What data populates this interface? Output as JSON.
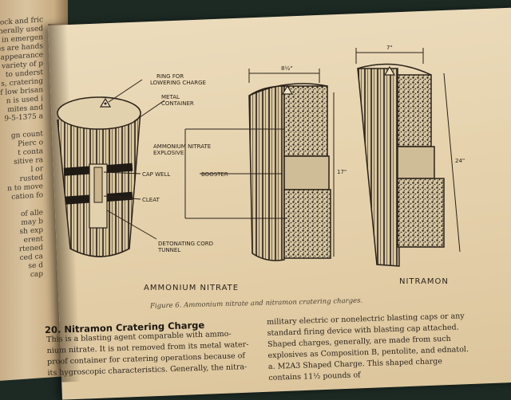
{
  "left_page": {
    "lines": [
      "shock and fric",
      "generally used",
      "ble in emergen",
      "sives are hands",
      "s, appearance",
      "e variety of p",
      "to underst",
      "s, cratering",
      "of low brisan",
      "n is used i",
      "mites and",
      "9-5-1375 a",
      "",
      "gn count",
      "Pierc o",
      "t conta",
      "sitive ra",
      "l or",
      "rusted",
      "n to move",
      "cation fo",
      "",
      "of alle",
      "may b",
      "sh exp",
      "erent",
      "rtened",
      "ced ca",
      "se d",
      "cap"
    ]
  },
  "figure": {
    "ammonium_labels": {
      "ring": "RING FOR\nLOWERING CHARGE",
      "metal_container": "METAL\nCONTAINER",
      "explosive": "AMMONIUM NITRATE\nEXPLOSIVE",
      "cap_well": "CAP WELL",
      "booster": "BOOSTER",
      "cleat": "CLEAT",
      "det_cord": "DETONATING CORD\nTUNNEL"
    },
    "dims": {
      "diameter_1": "8½\"",
      "height_1": "17\"",
      "diameter_2": "7\"",
      "height_2": "24\""
    },
    "name_left": "AMMONIUM   NITRATE",
    "name_right": "NITRAMON",
    "caption": "Figure 6.  Ammonium nitrate and nitramon cratering charges."
  },
  "section": {
    "heading": "20. Nitramon Cratering Charge",
    "left_col": [
      "This is a blasting agent comparable with ammo-",
      "nium nitrate. It is not removed from its metal water-",
      "proof container for cratering operations because of",
      "its hygroscopic characteristics. Generally, the nitra-"
    ],
    "right_col": [
      "military electric or nonelectric blasting caps or any",
      "standard firing device with blasting cap attached.",
      "Shaped charges, generally, are made from such",
      "explosives as Composition B, pentolite, and ednatol.",
      "a. M2A3 Shaped Charge.  This shaped charge",
      "contains 11½ pounds of"
    ]
  }
}
